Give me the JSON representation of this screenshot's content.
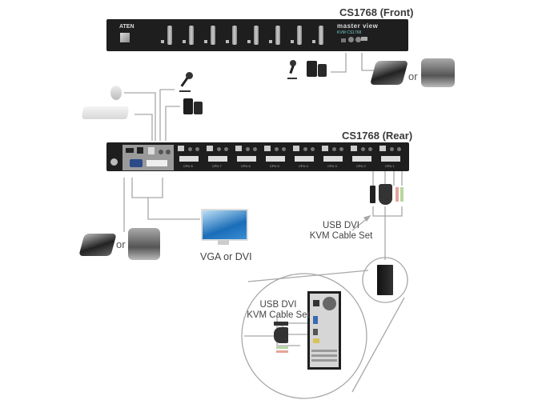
{
  "front": {
    "title": "CS1768 (Front)",
    "brand": "ATEN",
    "logo_text": "master view",
    "logo_sub": "KVM CS1768",
    "port_count": 8
  },
  "rear": {
    "title": "CS1768 (Rear)",
    "cpu_labels": [
      "CPU 8",
      "CPU 7",
      "CPU 6",
      "CPU 5",
      "CPU 4",
      "CPU 3",
      "CPU 2",
      "CPU 1"
    ],
    "port_count": 8
  },
  "labels": {
    "or_front": "or",
    "or_rear": "or",
    "monitor": "VGA or DVI",
    "cable_set_line1": "USB DVI",
    "cable_set_line2": "KVM Cable Set",
    "zoom_cable_line1": "USB DVI",
    "zoom_cable_line2": "KVM Cable Set"
  },
  "devices": {
    "front": [
      "microphone",
      "speakers",
      "scanner",
      "printer"
    ],
    "console": [
      "mouse",
      "keyboard",
      "microphone",
      "speakers",
      "monitor",
      "scanner",
      "printer"
    ],
    "target": [
      "computer"
    ]
  },
  "colors": {
    "unit": "#1e1e1e",
    "line": "#a8a8a8",
    "text": "#3a3a3a"
  }
}
